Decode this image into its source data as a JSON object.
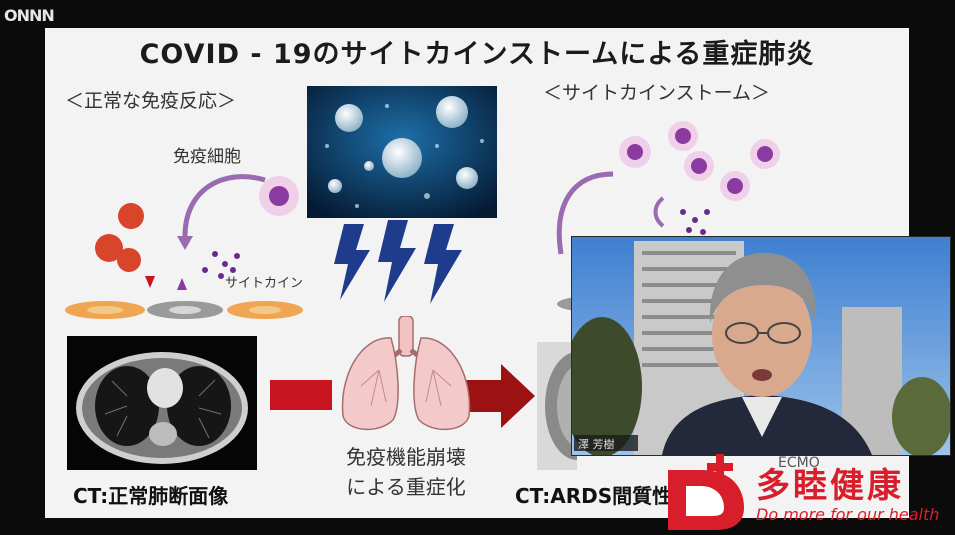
{
  "channel_logo": "ONNN",
  "slide": {
    "title": "COVID - 19のサイトカインストームによる重症肺炎",
    "normal_section": "＜正常な免疫反応＞",
    "storm_section": "＜サイトカインストーム＞",
    "immune_cell_label": "免疫細胞",
    "cytokine_label": "サイトカイン",
    "center_label_line1": "免疫機能崩壊",
    "center_label_line2": "による重症化",
    "ct_normal_label": "CT:正常肺断面像",
    "ct_ards_label": "CT:ARDS間質性肺炎",
    "ecmo_label": "ECMO"
  },
  "pip": {
    "name_tag": "澤 芳樹"
  },
  "watermark": {
    "brand_name": "多睦健康",
    "tagline": "Do more for our health",
    "logo_letter": "D"
  },
  "colors": {
    "accent_red": "#d81e2a",
    "arrow_red": "#c8141e",
    "virus_red": "#d8452b",
    "cell_purple": "#8a3aa0",
    "lightning_blue": "#1f3b8c"
  }
}
